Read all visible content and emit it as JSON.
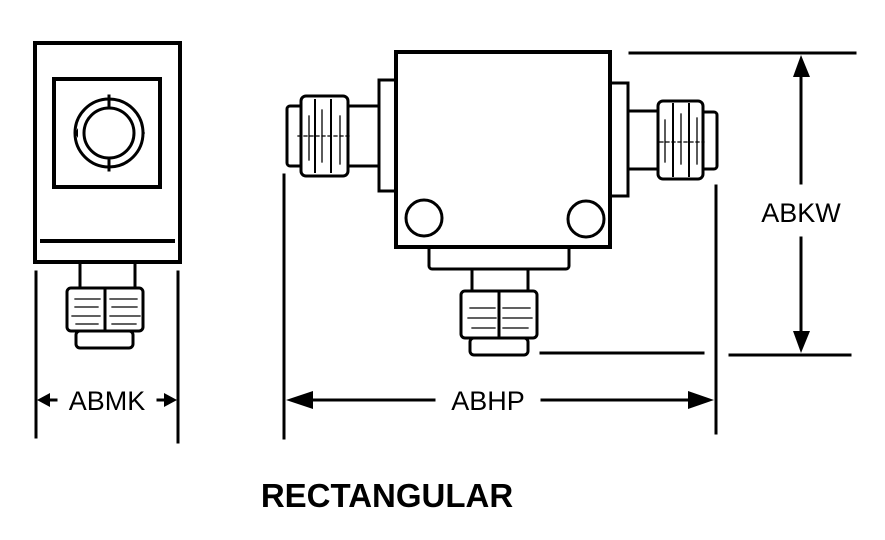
{
  "diagram": {
    "title": "RECTANGULAR",
    "dimensions": {
      "width_side": "ABMK",
      "length": "ABHP",
      "height": "ABKW"
    },
    "line_color": "#000000",
    "background_color": "#ffffff"
  }
}
